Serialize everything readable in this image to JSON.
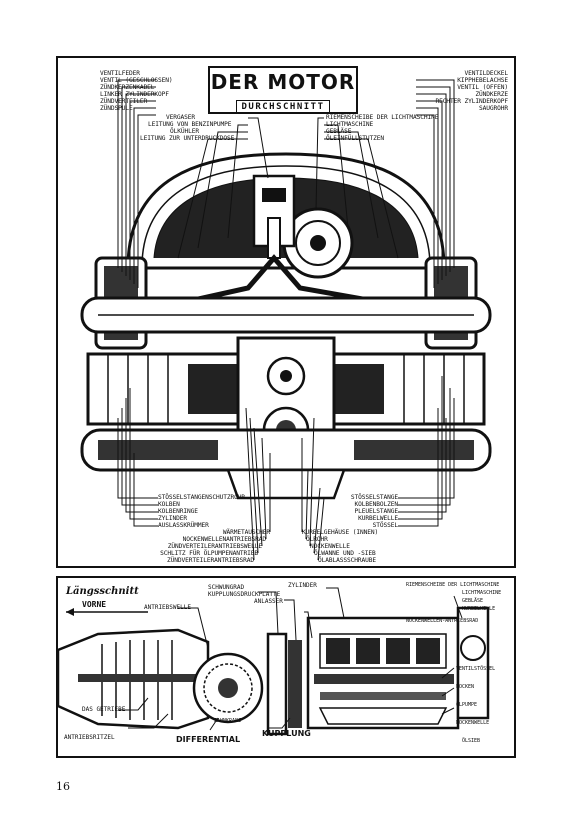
{
  "page_number": "16",
  "top_diagram": {
    "title": "DER MOTOR",
    "subtitle": "DURCHSCHNITT",
    "labels_top_left": [
      "VENTILFEDER",
      "VENTIL (GESCHLOSSEN)",
      "ZÜNDKERZENKABEL",
      "LINKER ZYLINDERKOPF",
      "ZÜNDVERTEILER",
      "ZÜNDSPULE"
    ],
    "labels_top_center_left": [
      "VERGASER",
      "LEITUNG VON BENZINPUMPE",
      "ÖLKÜHLER",
      "LEITUNG ZUR UNTERDRUCKDOSE"
    ],
    "labels_top_right": [
      "VENTILDECKEL",
      "KIPPHEBELACHSE",
      "VENTIL (OFFEN)",
      "ZÜNDKERZE",
      "RECHTER ZYLINDERKOPF",
      "SAUGROHR"
    ],
    "labels_top_center_right": [
      "RIEMENSCHEIBE DER LICHTMASCHINE",
      "LICHTMASCHINE",
      "GEBLÄSE",
      "ÖLEINFÜLLSTUTZEN"
    ],
    "labels_bottom_left": [
      "STÖSSELSTANGENSCHUTZROHR",
      "KOLBEN",
      "KOLBENRINGE",
      "ZYLINDER",
      "AUSLASSKRÜMMER"
    ],
    "labels_bottom_center_left": [
      "WÄRMETAUSCHER",
      "NOCKENWELLENANTRIEBSRAD",
      "ZÜNDVERTEILERANTRIEBSWELLE",
      "SCHLITZ FÜR ÖLPUMPENANTRIEB",
      "ZÜNDVERTEILERANTRIEBSRAD"
    ],
    "labels_bottom_right": [
      "STÖSSELSTANGE",
      "KOLBENBOLZEN",
      "PLEUELSTANGE",
      "KURBELWELLE",
      "STÖSSEL"
    ],
    "labels_bottom_center_right": [
      "KURBELGEHÄUSE (INNEN)",
      "ÖLROHR",
      "NOCKENWELLE",
      "ÖLWANNE UND -SIEB",
      "ÖLABLASSSCHRAUBE"
    ]
  },
  "bottom_diagram": {
    "title": "Längsschnitt",
    "subtitle": "VORNE",
    "labels": {
      "antriebswelle": "ANTRIEBSWELLE",
      "schwungrad": "SCHWUNGRAD",
      "kupplungsdruckplatte": "KUPPLUNGSDRUCKPLATTE",
      "anlasser": "ANLASSER",
      "zylinder": "ZYLINDER",
      "riemenscheibe": "RIEMENSCHEIBE DER LICHTMASCHINE",
      "lichtmaschine": "LICHTMASCHINE",
      "geblaese": "GEBLÄSE",
      "kurbelwelle": "KURBELWELLE",
      "nockenwellenantriebsrad": "NOCKENWELLEN-ANTRIEBSRAD",
      "ventilstoessel": "VENTILSTÖSSEL",
      "nocken": "NOCKEN",
      "oelpumpe": "ÖLPUMPE",
      "nockenwelle": "NOCKENWELLE",
      "oelsieb": "ÖLSIEB",
      "das_getriebe": "DAS GETRIEBE",
      "antriebsritzel": "ANTRIEBSRITZEL",
      "differential": "DIFFERENTIAL",
      "kupplung": "KUPPLUNG",
      "zahnkranz": "ZAHNKRANZ"
    }
  }
}
